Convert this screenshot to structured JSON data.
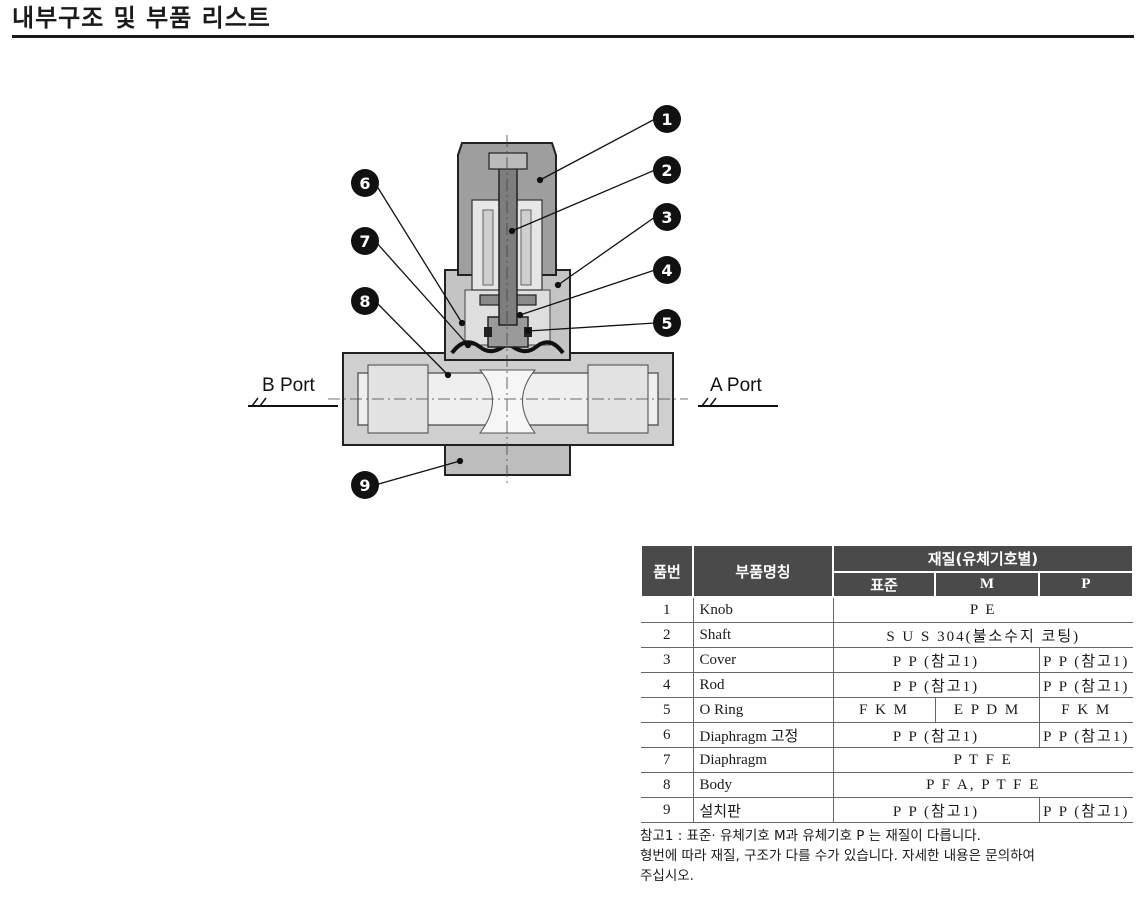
{
  "title": "내부구조 및 부품 리스트",
  "diagram": {
    "ports": {
      "b": "B Port",
      "a": "A Port"
    },
    "callouts": [
      "1",
      "2",
      "3",
      "4",
      "5",
      "6",
      "7",
      "8",
      "9"
    ]
  },
  "table": {
    "headers": {
      "no": "품번",
      "name": "부품명칭",
      "material": "재질(유체기호별)",
      "std": "표준",
      "m": "M",
      "p": "P"
    },
    "rows": [
      {
        "no": "1",
        "name": "Knob",
        "mat": "P E"
      },
      {
        "no": "2",
        "name": "Shaft",
        "mat": "S U S 304(불소수지 코팅)"
      },
      {
        "no": "3",
        "name": "Cover",
        "mat": "P P (참고1)",
        "p": "P P (참고1)"
      },
      {
        "no": "4",
        "name": "Rod",
        "mat": "P P (참고1)",
        "p": "P P (참고1)"
      },
      {
        "no": "5",
        "name": "O Ring",
        "std": "F K M",
        "m": "E P D M",
        "p": "F K M"
      },
      {
        "no": "6",
        "name": "Diaphragm 고정",
        "mat": "P P (참고1)",
        "p": "P P (참고1)"
      },
      {
        "no": "7",
        "name": "Diaphragm",
        "mat": "P T F E"
      },
      {
        "no": "8",
        "name": "Body",
        "mat": "P F A, P T F E"
      },
      {
        "no": "9",
        "name": "설치판",
        "mat": "P P (참고1)",
        "p": "P P (참고1)"
      }
    ]
  },
  "notes": {
    "line1": "참고1 : 표준·  유체기호 M과 유체기호 P 는 재질이 다릅니다.",
    "line2": "형번에 따라 재질, 구조가 다를 수가 있습니다. 자세한 내용은 문의하여",
    "line3": "주십시오."
  }
}
